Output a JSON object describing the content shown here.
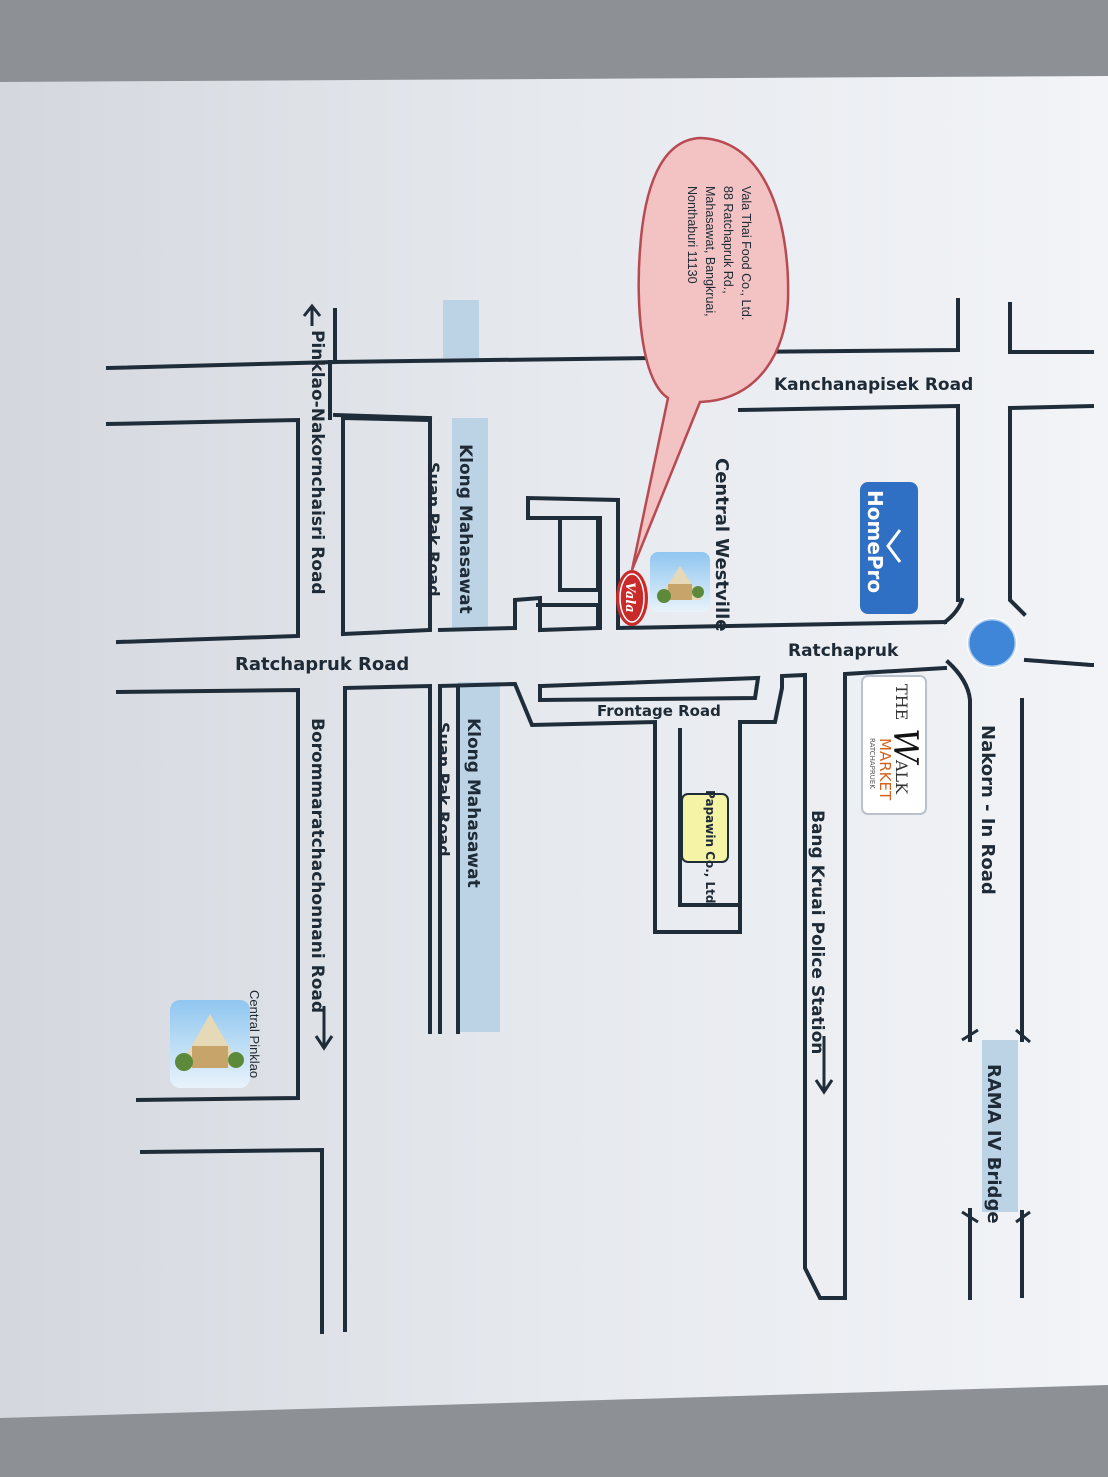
{
  "map": {
    "roads": {
      "kanchanapisek": "Kanchanapisek  Road",
      "ratchapruk_right": "Ratchapruk",
      "ratchapruk_left": "Ratchapruk Road",
      "frontage": "Frontage Road",
      "nakorn_in": "Nakorn - In Road",
      "pinklao": "Pinklao-Nakornchaisri Road",
      "borommarat": "Borommaratchachonnani Road",
      "suan_pak_top": "Suan Pak Road",
      "suan_pak_bottom": "Suan Pak Road"
    },
    "canals": {
      "klong_top": "Klong Mahasawat",
      "klong_bottom": "Klong Mahasawat"
    },
    "landmarks": {
      "central_westville": "Central Westville",
      "central_pinklao": "Central Pinklao",
      "police": "Bang Kruai Police Station",
      "rama_iv": "RAMA IV Bridge",
      "homepro": "HomePro",
      "walk_the": "THE",
      "walk_w": "W",
      "walk_alk": "ALK",
      "walk_market": "MARKET",
      "walk_sub": "RATCHAPRUEK",
      "papawin": "Papawin Co., Ltd.",
      "vala_logo": "Vala"
    },
    "callout": {
      "line1": "Vala Thai Food Co., Ltd.",
      "line2": "88 Ratchapruk Rd.,",
      "line3": "Mahasawat, Bangkruai,",
      "line4": "Nonthaburi 11130"
    },
    "colors": {
      "paper": "#eef1f5",
      "road": "#1f2d3a",
      "canal": "#bcd3e6",
      "callout_fill": "#f3c3c4",
      "callout_stroke": "#b84a52",
      "homepro_blue": "#2f6fc4",
      "homepro_orange": "#f59a1c",
      "roundabout": "#3f86d8",
      "papawin_fill": "#f4f3a6",
      "vala_red": "#c92a2a"
    },
    "icons": [
      "left-arrow-icon",
      "right-arrow-icon",
      "roundabout-icon",
      "department-store-icon"
    ]
  }
}
